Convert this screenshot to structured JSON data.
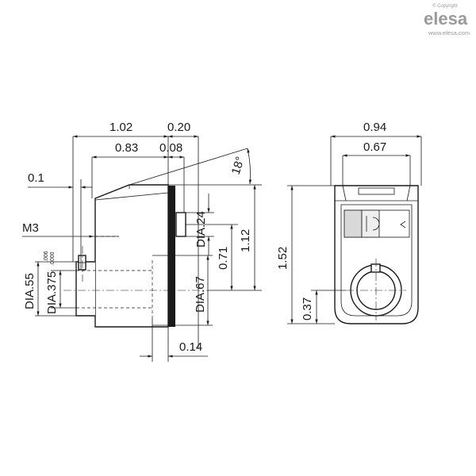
{
  "brand": {
    "copyright": "© Copyright",
    "logo": "elesa",
    "site": "www.elesa.com"
  },
  "dimensions": {
    "top_1_02": "1.02",
    "top_0_20": "0.20",
    "top_0_83": "0.83",
    "top_0_08": "0.08",
    "angle_18": "18°",
    "offset_0_1": "0.1",
    "thread_m3": "M3",
    "dia_55": "DIA.55",
    "dia_375": "DIA.375",
    "tol_upper": ".006",
    "tol_lower": ".0000",
    "dia_24": "DIA.24",
    "h_0_71": "0.71",
    "h_1_12": "1.12",
    "dia_67": "DIA.67",
    "bottom_0_14": "0.14",
    "width_0_94": "0.94",
    "width_0_67": "0.67",
    "height_1_52": "1.52",
    "height_0_37": "0.37"
  }
}
